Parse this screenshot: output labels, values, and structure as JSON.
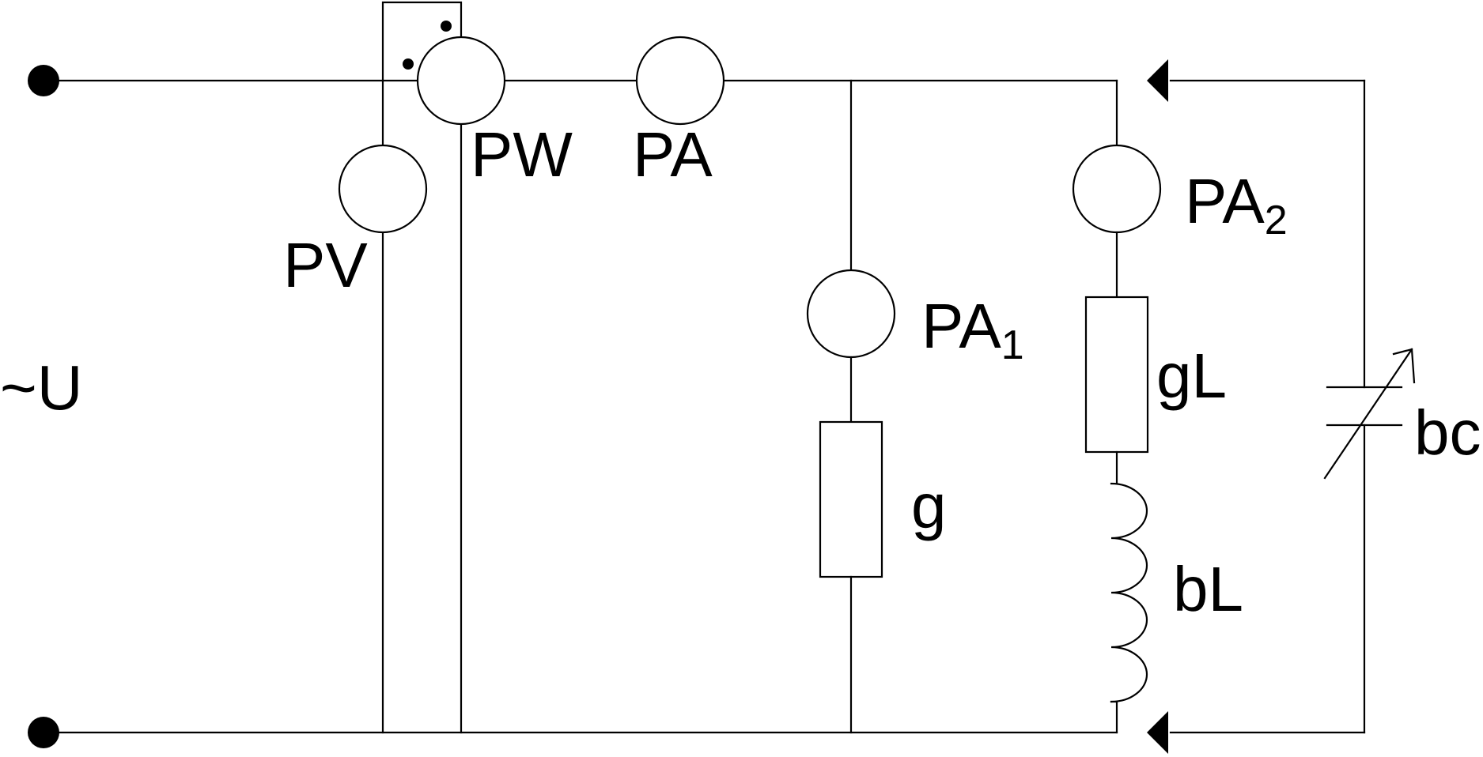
{
  "source": {
    "label": "~U"
  },
  "instruments": {
    "voltmeter": "PV",
    "wattmeter": "PW",
    "ammeter_main": "PA",
    "ammeter_branch1": {
      "base": "PA",
      "sub": "1"
    },
    "ammeter_branch2": {
      "base": "PA",
      "sub": "2"
    }
  },
  "elements": {
    "branch1_conductance": "g",
    "coil_conductance": "gL",
    "coil_susceptance": "bL",
    "capacitor_susceptance": "bc"
  },
  "colors": {
    "line": "#000000",
    "background": "#ffffff"
  }
}
